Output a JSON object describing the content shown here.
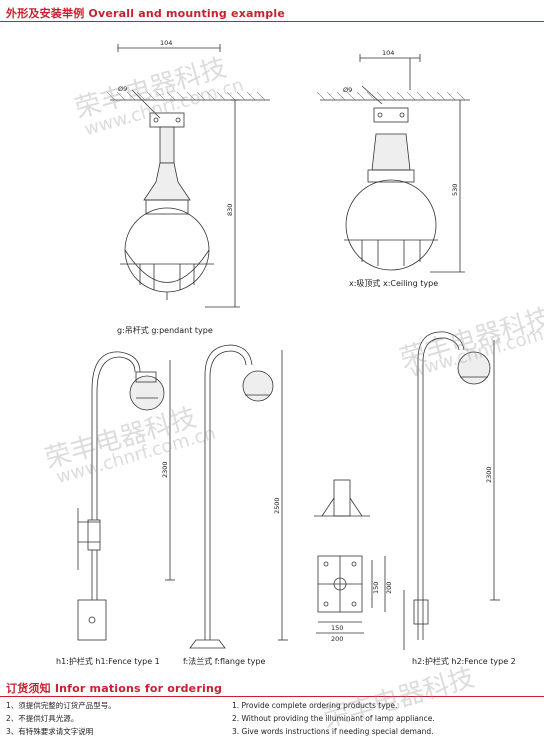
{
  "sections": {
    "mounting_title": "外形及安装举例 Overall and mounting example",
    "ordering_title": "订货须知  Infor mations for ordering"
  },
  "dimensions": {
    "g_width": "104",
    "g_hole": "Ø9",
    "g_height": "830",
    "x_width": "104",
    "x_hole": "Ø9",
    "x_height": "530",
    "h1_height": "2300",
    "f_height": "2500",
    "h2_height": "2300",
    "flange_150a": "150",
    "flange_200a": "200",
    "flange_150b": "150",
    "flange_200b": "200"
  },
  "captions": {
    "pendant": "g:吊杆式  g:pendant type",
    "ceiling": "x:吸顶式  x:Ceiling type",
    "fence1": "h1:护栏式  h1:Fence type 1",
    "flange": "f:法兰式  f:flange type",
    "fence2": "h2:护栏式  h2:Fence type 2"
  },
  "notes_cn": [
    "1、须提供完整的订货产品型号。",
    "2、不提供灯具光源。",
    "3、有特殊要求请文字说明"
  ],
  "notes_en": [
    "1.  Provide complete ordering products type.",
    "2.  Without providing the illuminant of lamp appliance.",
    "3.  Give words instructions if needing special demand."
  ],
  "watermark": {
    "brand": "荣丰电器科技",
    "url": "www.chnrf.com.cn"
  }
}
